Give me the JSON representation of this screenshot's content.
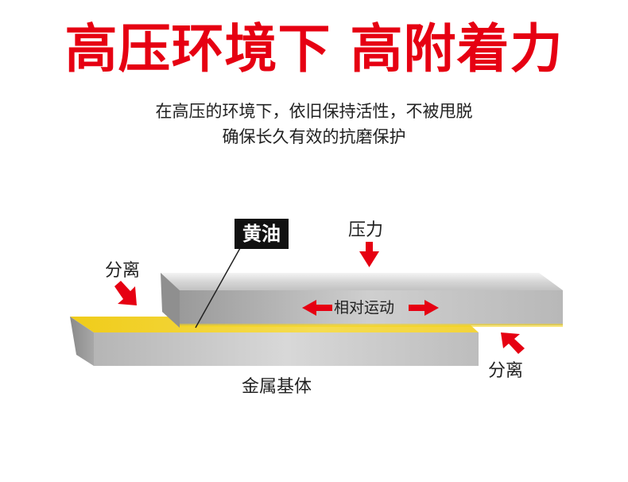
{
  "headline": "高压环境下 高附着力",
  "subtitle": {
    "line1": "在高压的环境下，依旧保持活性，不被甩脱",
    "line2": "确保长久有效的抗磨保护"
  },
  "diagram": {
    "grease_label": "黄油",
    "pressure_label": "压力",
    "separation_left_label": "分离",
    "separation_right_label": "分离",
    "relative_motion_label": "相对运动",
    "metal_base_label": "金属基体"
  },
  "colors": {
    "headline": "#e60012",
    "arrow": "#e60012",
    "grease": "#f2d21e",
    "metal": "#b9b9b9",
    "label_box": "#111111"
  },
  "icons": [
    "arrow-down-icon",
    "arrow-diagonal-icon",
    "arrow-left-right-icon"
  ]
}
